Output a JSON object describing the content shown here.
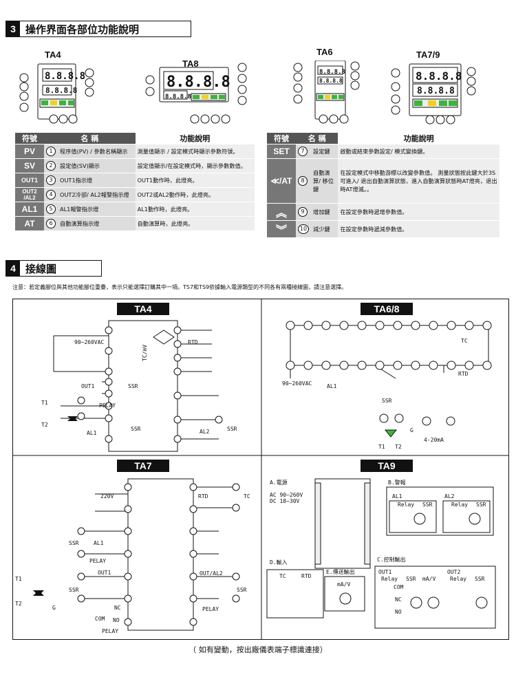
{
  "section3": {
    "num": "3",
    "title": "操作界面各部位功能說明"
  },
  "models": {
    "ta4": "TA4",
    "ta8": "TA8",
    "ta6": "TA6",
    "ta79": "TA7/9"
  },
  "table_headers": {
    "sym": "符號",
    "name": "名 稱",
    "func": "功能說明"
  },
  "left_rows": [
    {
      "sym": "PV",
      "num": "1",
      "name": "程序值(PV) / 參數名稱顯示",
      "func": "測量值顯示 / 設定模式時顯示參數符號。"
    },
    {
      "sym": "SV",
      "num": "2",
      "name": "設定值(SV)顯示",
      "func": "設定值顯示/在設定模式時，顯示參數數值。"
    },
    {
      "sym": "OUT1",
      "num": "3",
      "name": "OUT1指示燈",
      "func": "OUT1動作時，此燈亮。"
    },
    {
      "sym": "OUT2 /AL2",
      "num": "4",
      "name": "OUT2冷卻/ AL2報警指示燈",
      "func": "OUT2或AL2動作時，此燈亮。"
    },
    {
      "sym": "AL1",
      "num": "5",
      "name": "AL1報警指示燈",
      "func": "AL1動作時，此燈亮。"
    },
    {
      "sym": "AT",
      "num": "6",
      "name": "自動演算指示燈",
      "func": "自動演算時，此燈亮。"
    }
  ],
  "right_rows": [
    {
      "sym": "SET",
      "num": "7",
      "name": "設定鍵",
      "func": "啟動或結束參數設定/ 模式變換鍵。"
    },
    {
      "sym": "≪/AT",
      "num": "8",
      "name": "自動演算/ 移位鍵",
      "func": "在設定模式中移動游標以改變參數值。 測量狀態按此鍵大於3S可進入/ 退出自動演算狀態，進入自動演算狀態時AT燈亮，退出時AT燈滅。。"
    },
    {
      "sym": "︽",
      "num": "9",
      "name": "增加鍵",
      "func": "在設定參數時遞增參數值。"
    },
    {
      "sym": "︾",
      "num": "10",
      "name": "減少鍵",
      "func": "在設定參數時遞減參數值。"
    }
  ],
  "section4": {
    "num": "4",
    "title": "接線圖"
  },
  "note": "注意：若定義腳位與其他功能腳位重疊，表示只能選擇訂購其中一項。TS7和TS9依據輸入電源類型的不同各有兩種接線圖，請注意選擇。",
  "panels": {
    "ta4": "TA4",
    "ta68": "TA6/8",
    "ta7": "TA7",
    "ta9": "TA9"
  },
  "wiring": {
    "v90_260": "90~260VAC",
    "v220": "220V",
    "tcmv": "TC/mV",
    "rtd": "RTD",
    "out1": "OUT1",
    "ssr": "SSR",
    "pelay": "PELAY",
    "t1": "T1",
    "t2": "T2",
    "al1": "AL1",
    "al2": "AL2",
    "out2al2": "OUT/AL2",
    "tc": "TC",
    "ma": "4-20mA",
    "g": "G",
    "nc": "NC",
    "no": "NO",
    "com": "COM",
    "relay": "Relay",
    "mav": "mA/V",
    "a_power": "A.電源",
    "ac_range": "AC 90~260V",
    "dc_range": "DC 18~30V",
    "b_alarm": "B.警報",
    "d_input": "D.輸入",
    "e_trans": "E.傳送輸出",
    "c_ctrl": "C.控制輸出",
    "out2": "OUT2"
  },
  "footer": "（ 如有變動，按出廠儀表端子標識連接）",
  "colors": {
    "green": "#3cb43c",
    "yellow": "#f0d020",
    "dark": "#111111",
    "gray": "#777777"
  }
}
